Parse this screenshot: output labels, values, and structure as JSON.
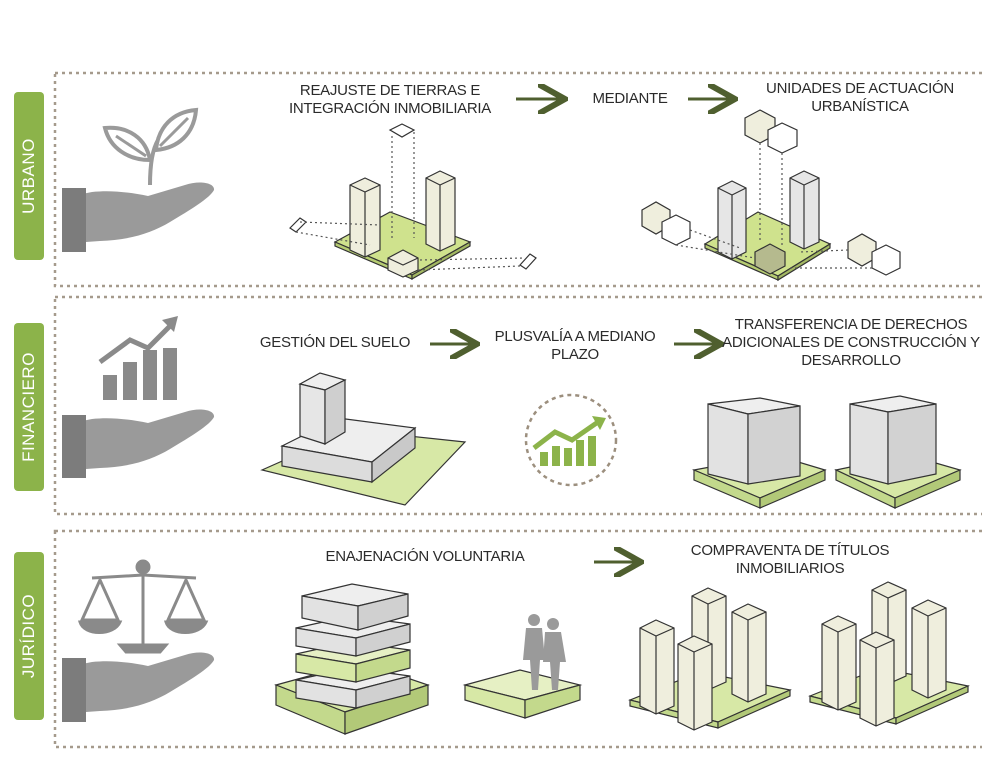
{
  "sections": [
    {
      "tab_label": "URBANO"
    },
    {
      "tab_label": "FINANCIERO"
    },
    {
      "tab_label": "JURÍDICO"
    }
  ],
  "urbano": {
    "step1": [
      "REAJUSTE DE TIERRAS E",
      "INTEGRACIÓN INMOBILIARIA"
    ],
    "step2": "MEDIANTE",
    "step3": [
      "UNIDADES DE ACTUACIÓN",
      "URBANÍSTICA"
    ]
  },
  "financiero": {
    "step1": "GESTIÓN DEL SUELO",
    "step2": [
      "PLUSVALÍA A MEDIANO",
      "PLAZO"
    ],
    "step3": [
      "TRANSFERENCIA DE DERECHOS",
      "ADICIONALES DE CONSTRUCCIÓN Y",
      "DESARROLLO"
    ]
  },
  "juridico": {
    "step1": "ENAJENACIÓN VOLUNTARIA",
    "step2": [
      "COMPRAVENTA DE TÍTULOS",
      "INMOBILIARIOS"
    ]
  },
  "icons": [
    "plant-in-hand-icon",
    "growth-chart-in-hand-icon",
    "scales-in-hand-icon",
    "growth-chart-circle-icon",
    "arrow-right-icon",
    "people-silhouette-icon"
  ],
  "colors": {
    "accent_green": "#8cb34a",
    "arrow_green": "#4f5f2f",
    "land_green": "#d7e8a6",
    "building_cream": "#efeedd",
    "building_grey": "#dcdcdc",
    "icon_grey": "#8a8a8a",
    "dotted_border": "#a59a8c"
  }
}
